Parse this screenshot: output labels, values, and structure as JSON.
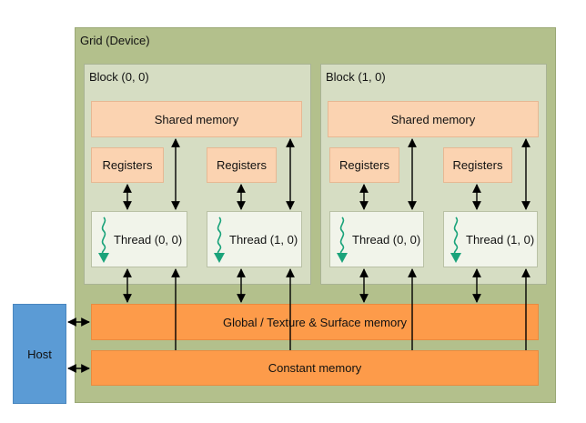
{
  "grid": {
    "label": "Grid (Device)"
  },
  "blocks": [
    {
      "label": "Block (0, 0)",
      "shared_memory": "Shared memory",
      "threads": [
        {
          "registers": "Registers",
          "label": "Thread (0, 0)"
        },
        {
          "registers": "Registers",
          "label": "Thread (1, 0)"
        }
      ]
    },
    {
      "label": "Block (1, 0)",
      "shared_memory": "Shared memory",
      "threads": [
        {
          "registers": "Registers",
          "label": "Thread (0, 0)"
        },
        {
          "registers": "Registers",
          "label": "Thread (1, 0)"
        }
      ]
    }
  ],
  "global_memory": "Global / Texture & Surface memory",
  "constant_memory": "Constant memory",
  "host": "Host",
  "colors": {
    "grid": "#b3c08c",
    "block": "#d6ddc3",
    "memory_light": "#fbd3b1",
    "memory_dark": "#fd9b4a",
    "thread": "#f1f4ea",
    "host": "#5b9bd5",
    "thread_icon": "#1aa37a"
  }
}
